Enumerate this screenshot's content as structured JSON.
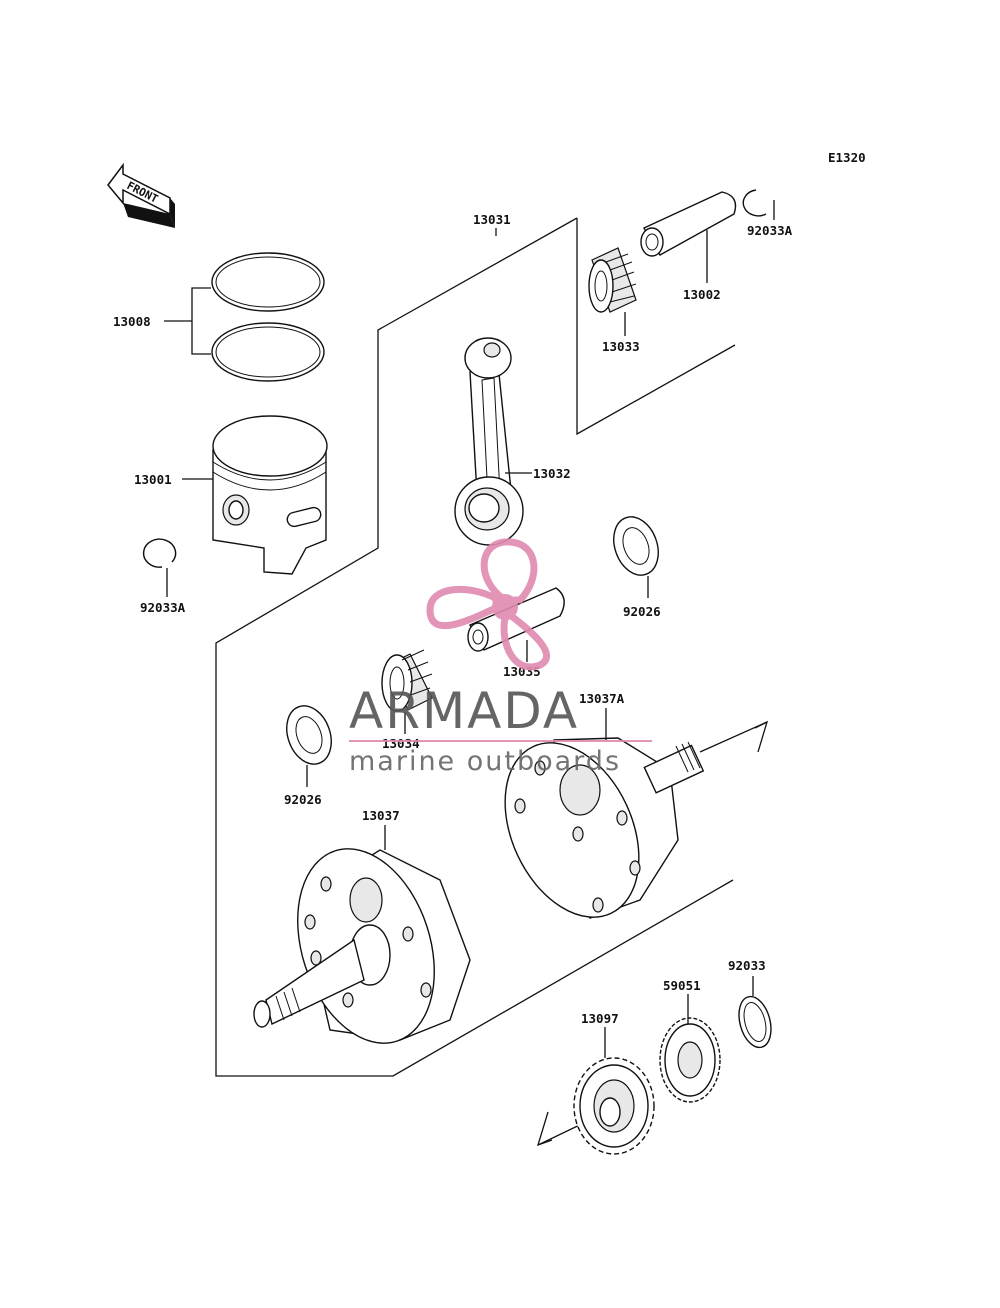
{
  "diagram_code": "E1320",
  "front_label": "FRONT",
  "watermark": {
    "brand": "ARMADA",
    "tagline": "marine outboards",
    "logo_color": "#e08ab0",
    "text_color": "#555555"
  },
  "parts": {
    "p13031": "13031",
    "p13008": "13008",
    "p13001": "13001",
    "p92033A_left": "92033A",
    "p92033A_right": "92033A",
    "p13002": "13002",
    "p13033": "13033",
    "p13032": "13032",
    "p92026_right": "92026",
    "p13035": "13035",
    "p13034": "13034",
    "p13037A": "13037A",
    "p92026_left": "92026",
    "p13037": "13037",
    "p92033": "92033",
    "p59051": "59051",
    "p13097": "13097"
  }
}
